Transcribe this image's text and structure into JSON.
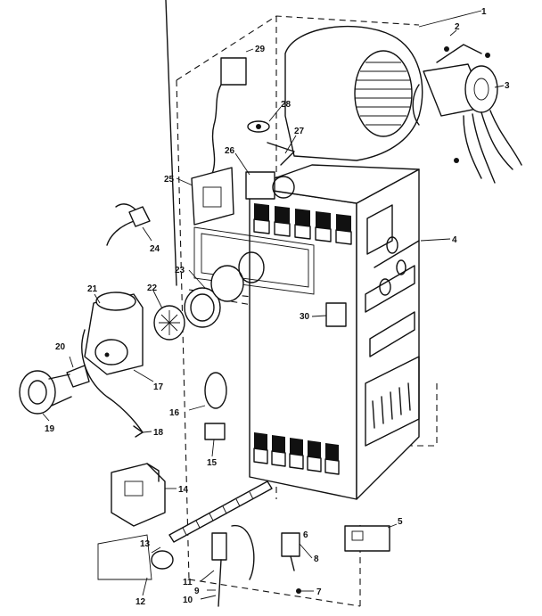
{
  "diagram": {
    "part_callouts": [
      "1",
      "2",
      "3",
      "4",
      "5",
      "6",
      "7",
      "8",
      "9",
      "10",
      "11",
      "12",
      "13",
      "14",
      "15",
      "16",
      "17",
      "18",
      "19",
      "20",
      "21",
      "22",
      "23",
      "24",
      "25",
      "26",
      "27",
      "28",
      "29",
      "30"
    ]
  }
}
